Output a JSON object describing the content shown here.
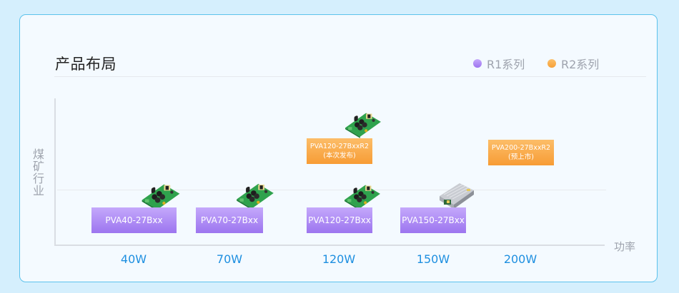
{
  "page": {
    "title": "产品布局",
    "legend": [
      {
        "label": "R1系列",
        "color": "#a880f4"
      },
      {
        "label": "R2系列",
        "color": "#f9ab48"
      }
    ],
    "y_axis_label": "煤矿行业",
    "x_axis_label": "功率",
    "x_ticks": [
      "40W",
      "70W",
      "120W",
      "150W",
      "200W"
    ]
  },
  "products": [
    {
      "name": "PVA40-27Bxx",
      "series": "R1",
      "power": "40W",
      "note": "",
      "image": "open-frame-pcb"
    },
    {
      "name": "PVA70-27Bxx",
      "series": "R1",
      "power": "70W",
      "note": "",
      "image": "open-frame-pcb"
    },
    {
      "name": "PVA120-27Bxx",
      "series": "R1",
      "power": "120W",
      "note": "",
      "image": "open-frame-pcb"
    },
    {
      "name": "PVA150-27Bxx",
      "series": "R1",
      "power": "150W",
      "note": "",
      "image": "enclosed-psu"
    },
    {
      "name": "PVA120-27BxxR2",
      "series": "R2",
      "power": "120W",
      "note": "(本次发布)",
      "image": "open-frame-pcb"
    },
    {
      "name": "PVA200-27BxxR2",
      "series": "R2",
      "power": "200W",
      "note": "(预上市)",
      "image": ""
    }
  ]
}
